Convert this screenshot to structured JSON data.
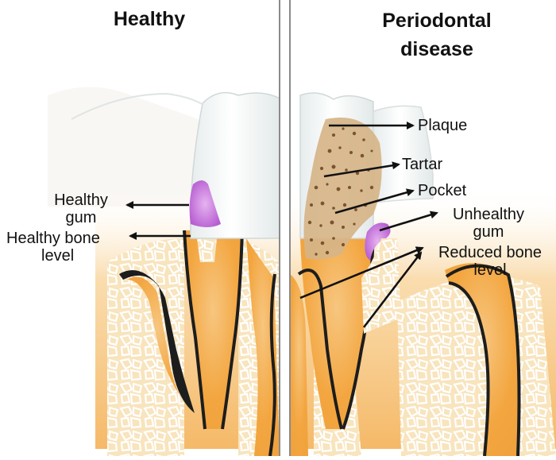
{
  "headings": {
    "left": "Healthy",
    "right_line1": "Periodontal",
    "right_line2": "disease"
  },
  "labels": {
    "healthy_gum_line1": "Healthy",
    "healthy_gum_line2": "gum",
    "healthy_bone_line1": "Healthy bone",
    "healthy_bone_line2": "level",
    "plaque": "Plaque",
    "tartar": "Tartar",
    "pocket": "Pocket",
    "unhealthy_gum_line1": "Unhealthy",
    "unhealthy_gum_line2": "gum",
    "reduced_bone_line1": "Reduced bone",
    "reduced_bone_line2": "level"
  },
  "colors": {
    "gum_healthy": "#c77ddb",
    "gum_unhealthy": "#b35ccc",
    "root_orange": "#f3a640",
    "bone_fill": "#f8e6c2",
    "enamel": "#f4f7f7",
    "tartar": "#caa374",
    "divider": "#8a8a8a"
  }
}
